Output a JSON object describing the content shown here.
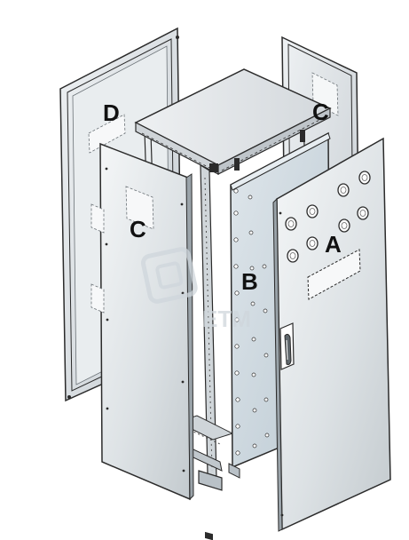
{
  "diagram": {
    "labels": {
      "door": "A",
      "mounting_plate": "B",
      "side_panel_front": "C",
      "side_panel_rear": "C",
      "rear_panel": "D"
    },
    "watermark": "ETM"
  },
  "colors": {
    "outline": "#2b2b2b",
    "panel_light": "#eceff1",
    "panel_mid": "#d9dee2",
    "panel_dark": "#b9c1c7",
    "plate": "#cdd7de",
    "roof": "#e3e6e8",
    "frame": "#c9cfd4"
  }
}
